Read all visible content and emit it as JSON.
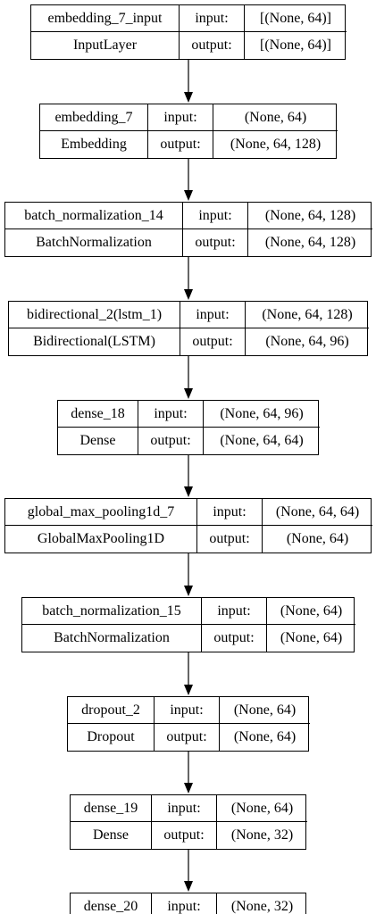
{
  "labels": {
    "input": "input:",
    "output": "output:"
  },
  "layers": [
    {
      "name": "embedding_7_input",
      "type": "InputLayer",
      "input_shape": "[(None, 64)]",
      "output_shape": "[(None, 64)]"
    },
    {
      "name": "embedding_7",
      "type": "Embedding",
      "input_shape": "(None, 64)",
      "output_shape": "(None, 64, 128)"
    },
    {
      "name": "batch_normalization_14",
      "type": "BatchNormalization",
      "input_shape": "(None, 64, 128)",
      "output_shape": "(None, 64, 128)"
    },
    {
      "name": "bidirectional_2(lstm_1)",
      "type": "Bidirectional(LSTM)",
      "input_shape": "(None, 64, 128)",
      "output_shape": "(None, 64, 96)"
    },
    {
      "name": "dense_18",
      "type": "Dense",
      "input_shape": "(None, 64, 96)",
      "output_shape": "(None, 64, 64)"
    },
    {
      "name": "global_max_pooling1d_7",
      "type": "GlobalMaxPooling1D",
      "input_shape": "(None, 64, 64)",
      "output_shape": "(None, 64)"
    },
    {
      "name": "batch_normalization_15",
      "type": "BatchNormalization",
      "input_shape": "(None, 64)",
      "output_shape": "(None, 64)"
    },
    {
      "name": "dropout_2",
      "type": "Dropout",
      "input_shape": "(None, 64)",
      "output_shape": "(None, 64)"
    },
    {
      "name": "dense_19",
      "type": "Dense",
      "input_shape": "(None, 64)",
      "output_shape": "(None, 32)"
    },
    {
      "name": "dense_20",
      "type": "",
      "input_shape": "(None, 32)",
      "output_shape": ""
    }
  ]
}
